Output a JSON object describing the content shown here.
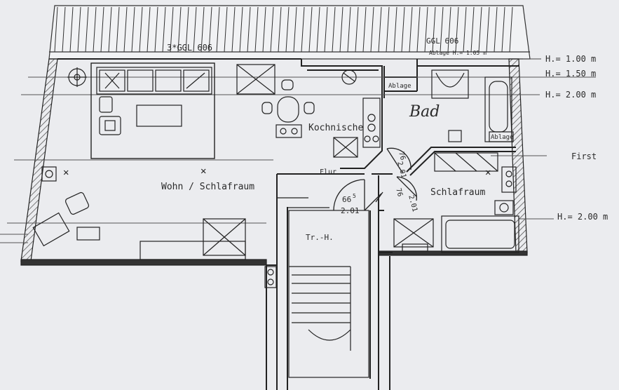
{
  "plan": {
    "roof_window_left": "3*GGL 606",
    "roof_window_right": "GGL 606",
    "abl_height_note": "Ablage H.= 1.05 m",
    "heights": {
      "h100": "H.= 1.00 m",
      "h150": "H.= 1.50 m",
      "h200": "H.= 2.00 m",
      "first": "First",
      "h200_lower": "H.= 2.00 m"
    },
    "rooms": {
      "wohn": "Wohn / Schlafraum",
      "kochnische": "Kochnische",
      "bad": "Bad",
      "schlafraum": "Schlafraum",
      "treppenhaus": "Tr.-H.",
      "flur": "Flur",
      "ablage1": "Ablage",
      "ablage2": "Ablage"
    },
    "doors": {
      "d1_width": "76",
      "d1_height": "2.01",
      "d2_width": "76",
      "d2_height": "2.01",
      "d3_width": "66",
      "d3_width_sup": "5",
      "d3_height": "2.01"
    }
  }
}
